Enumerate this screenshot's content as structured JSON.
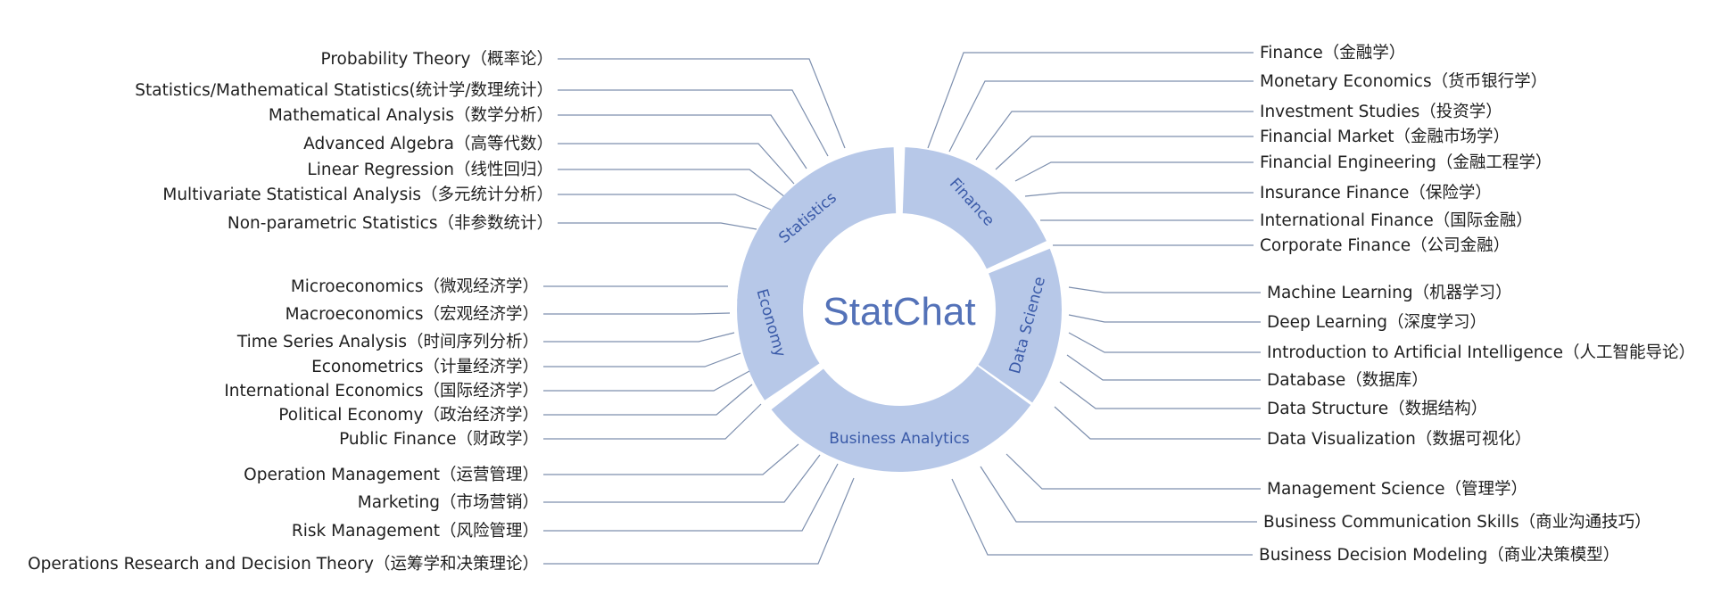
{
  "center": {
    "title": "StatChat"
  },
  "segments": [
    {
      "key": "statistics",
      "label": "Statistics",
      "topics": [
        "Probability Theory（概率论）",
        "Statistics/Mathematical Statistics(统计学/数理统计）",
        "Mathematical Analysis（数学分析）",
        "Advanced Algebra（高等代数）",
        "Linear Regression（线性回归）",
        "Multivariate Statistical Analysis（多元统计分析）",
        "Non-parametric Statistics（非参数统计）"
      ]
    },
    {
      "key": "finance",
      "label": "Finance",
      "topics": [
        "Finance（金融学）",
        "Monetary Economics（货币银行学）",
        "Investment Studies（投资学）",
        "Financial Market（金融市场学）",
        "Financial Engineering（金融工程学）",
        "Insurance Finance（保险学）",
        "International Finance（国际金融）",
        "Corporate Finance（公司金融）"
      ]
    },
    {
      "key": "data-science",
      "label": "Data Science",
      "topics": [
        "Machine Learning（机器学习）",
        "Deep Learning（深度学习）",
        "Introduction to Artificial Intelligence（人工智能导论）",
        "Database（数据库）",
        "Data Structure（数据结构）",
        "Data Visualization（数据可视化）"
      ]
    },
    {
      "key": "business-analytics",
      "label": "Business Analytics",
      "topics": [
        "Operation Management（运营管理）",
        "Marketing（市场营销）",
        "Risk Management（风险管理）",
        "Operations Research and Decision Theory（运筹学和决策理论）",
        "Management Science（管理学）",
        "Business Communication Skills（商业沟通技巧）",
        "Business Decision Modeling（商业决策模型）"
      ]
    },
    {
      "key": "economy",
      "label": "Economy",
      "topics": [
        "Microeconomics（微观经济学）",
        "Macroeconomics（宏观经济学）",
        "Time Series Analysis（时间序列分析）",
        "Econometrics（计量经济学）",
        "International Economics（国际经济学）",
        "Political Economy（政治经济学）",
        "Public Finance（财政学）"
      ]
    }
  ],
  "colors": {
    "segment_fill": "#b7c8e8",
    "segment_text": "#3a5aa8",
    "center_text": "#5472b8",
    "connector": "#7d8fae",
    "label_text": "#1f1f1f"
  }
}
